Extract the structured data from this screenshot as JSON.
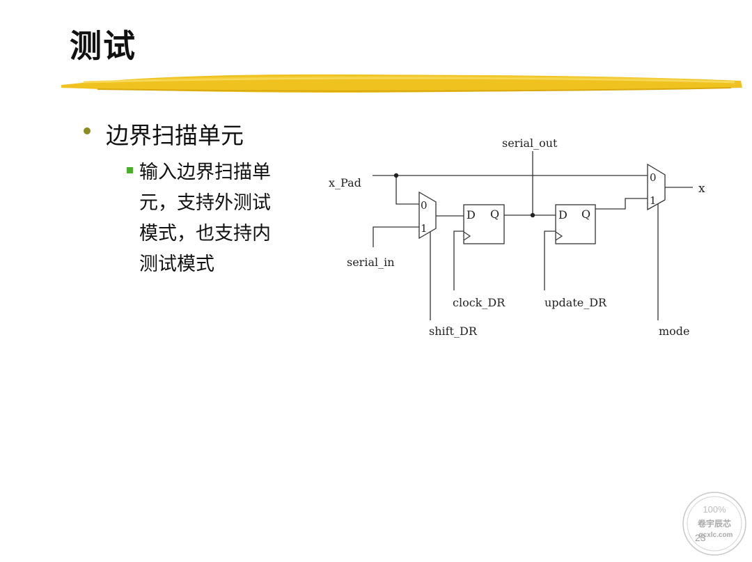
{
  "slide": {
    "title": "测试",
    "bullet1": "边界扫描单元",
    "bullet2": "输入边界扫描单元，支持外测试模式，也支持内测试模式"
  },
  "diagram": {
    "signals": {
      "serial_out": "serial_out",
      "x_pad": "x_Pad",
      "x": "x",
      "serial_in": "serial_in",
      "clock_dr": "clock_DR",
      "update_dr": "update_DR",
      "shift_dr": "shift_DR",
      "mode": "mode"
    },
    "mux_labels": {
      "in0": "0",
      "in1": "1"
    },
    "ff_labels": {
      "d": "D",
      "q": "Q"
    }
  },
  "watermark": {
    "percent": "100%",
    "name": "卷宇辰芯",
    "domain": "gcxlc.com",
    "page_number": "23"
  },
  "colors": {
    "brush": "#efc21f",
    "bullet1_dot": "#8c8c22",
    "bullet2_square": "#4caf2c"
  }
}
